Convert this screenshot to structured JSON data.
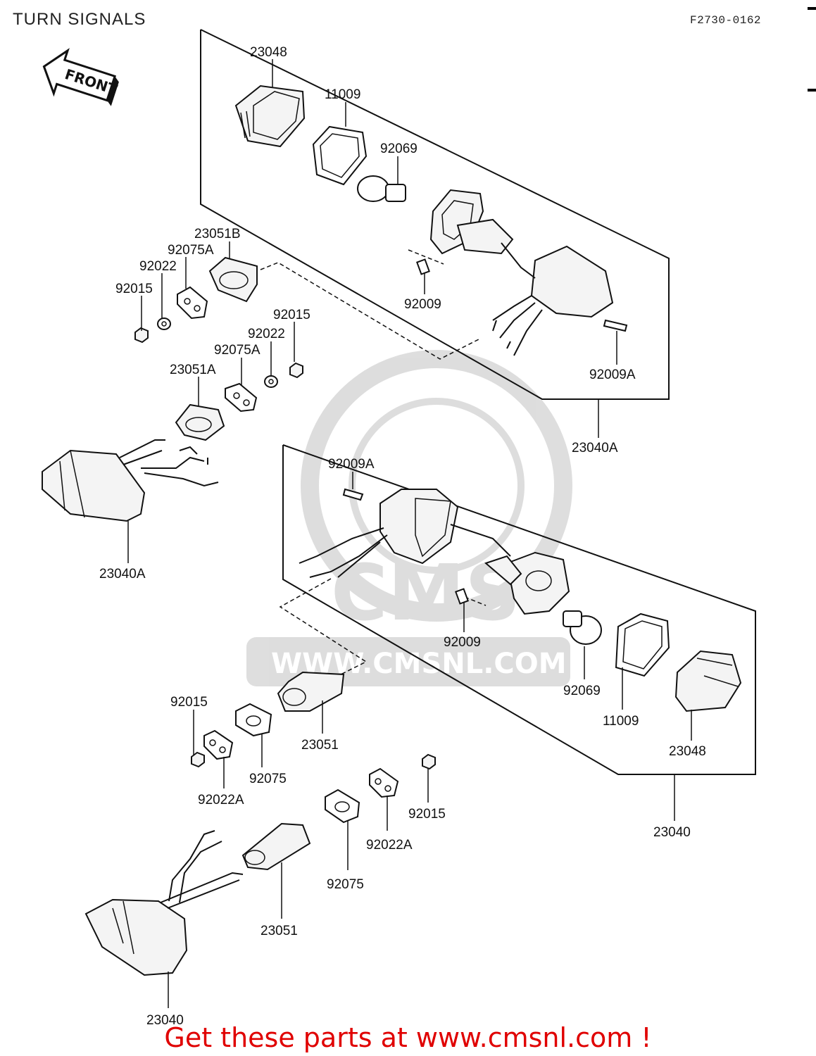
{
  "header": {
    "title": "TURN SIGNALS",
    "drawing_code": "F2730-0162"
  },
  "front_arrow": {
    "label": "FRONT"
  },
  "watermark": {
    "logo_text": "CMS",
    "site_text": "WWW.CMSNL.COM"
  },
  "callouts": {
    "c23048_top": "23048",
    "c11009_top": "11009",
    "c92069_top": "92069",
    "c23051b": "23051B",
    "c92075a_top": "92075A",
    "c92022_top": "92022",
    "c92015_top": "92015",
    "c92009_top": "92009",
    "c92009a_top": "92009A",
    "c92015_mid": "92015",
    "c92022_mid": "92022",
    "c92075a_mid": "92075A",
    "c23051a": "23051A",
    "c23040a_box": "23040A",
    "c23040a_left": "23040A",
    "c92009a_bottom": "92009A",
    "c92009_bottom": "92009",
    "c92069_bottom": "92069",
    "c11009_bottom": "11009",
    "c23048_bottom": "23048",
    "c92015_left": "92015",
    "c23051_mid": "23051",
    "c92075_mid": "92075",
    "c92022a_left": "92022A",
    "c92022a_right": "92022A",
    "c92015_right": "92015",
    "c92075_low": "92075",
    "c23051_low": "23051",
    "c23040_box": "23040",
    "c23040_left": "23040"
  },
  "footer": {
    "cta": "Get these parts at www.cmsnl.com !"
  }
}
